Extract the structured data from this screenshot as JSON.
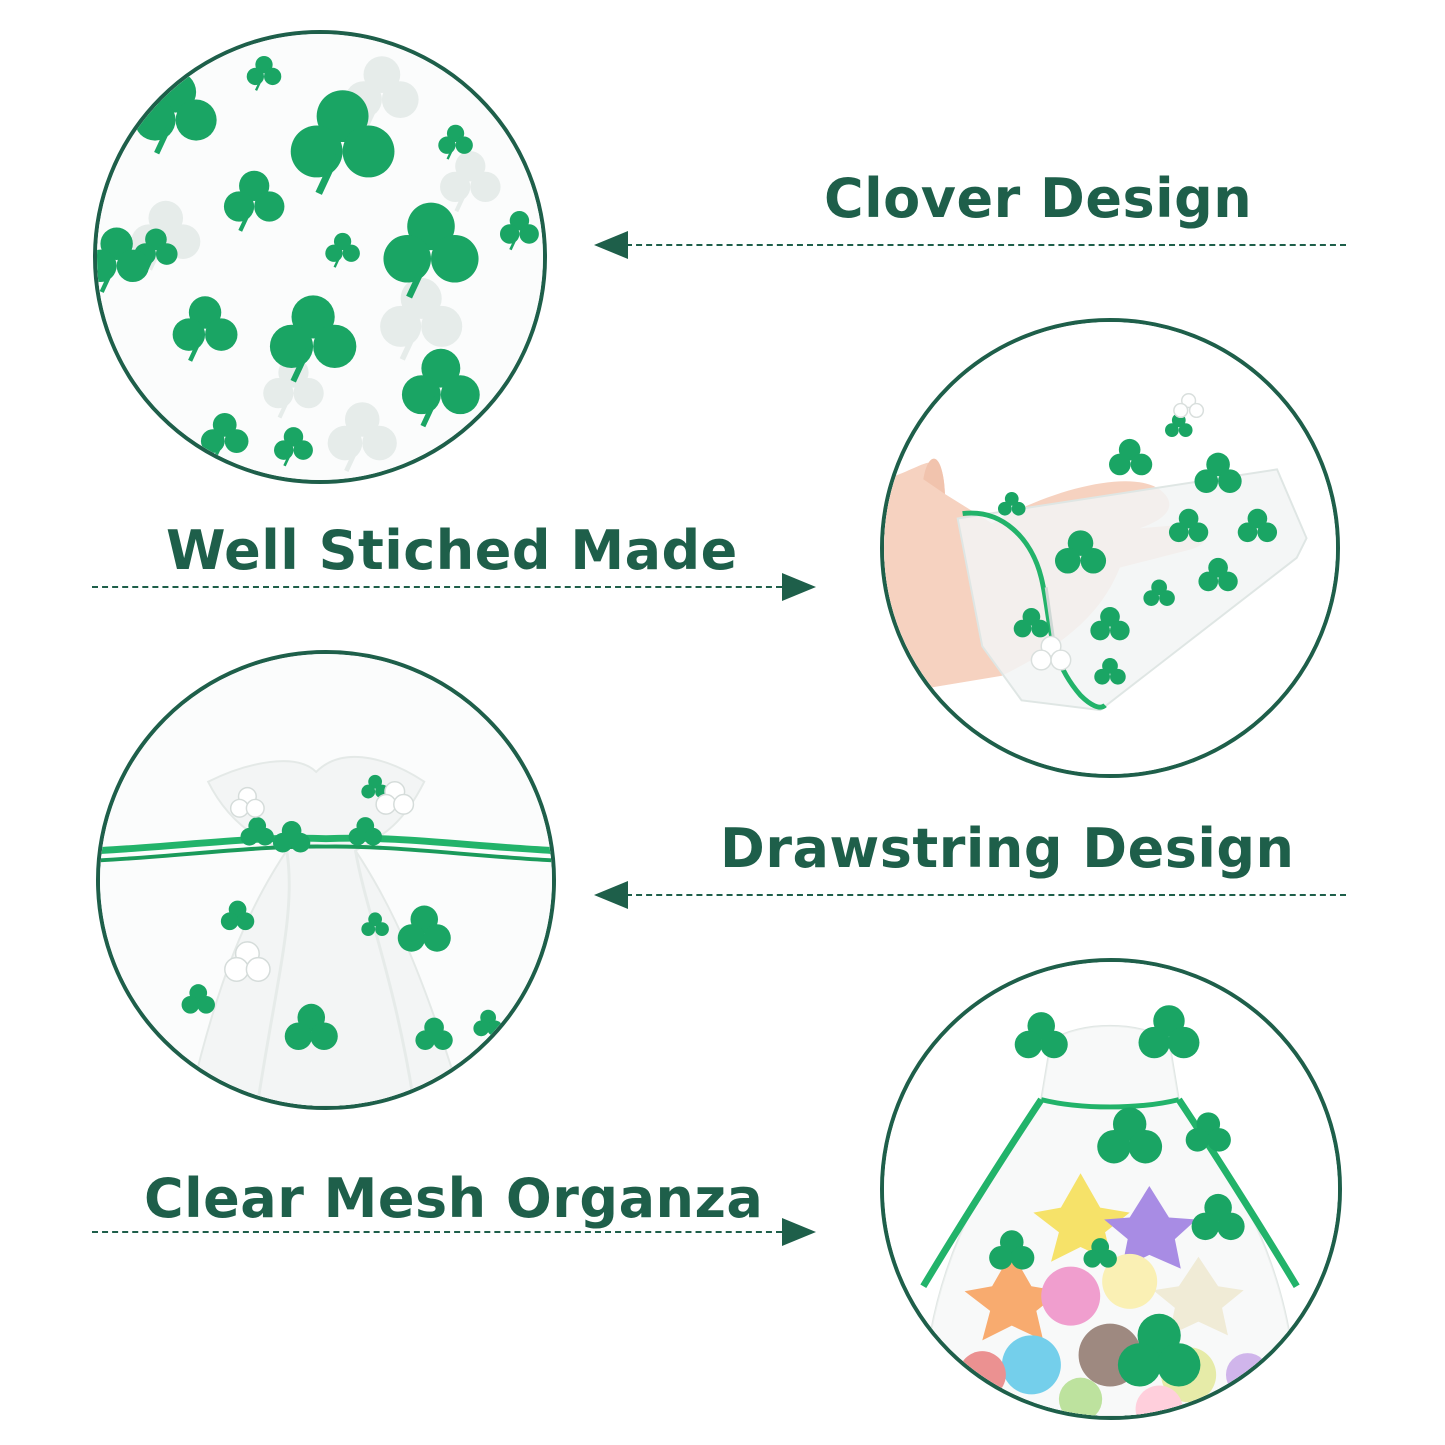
{
  "theme": {
    "accent": "#1e5f4a",
    "clover_green": "#1aa564",
    "clover_white": "#eef2f1",
    "ribbon_green": "#22b36a"
  },
  "features": [
    {
      "label": "Clover Design",
      "photo": "clover-pattern-closeup",
      "arrow": "left"
    },
    {
      "label": "Well Stiched Made",
      "photo": "bag-on-hand",
      "arrow": "right"
    },
    {
      "label": "Drawstring Design",
      "photo": "drawstring-closeup",
      "arrow": "left"
    },
    {
      "label": "Clear Mesh Organza",
      "photo": "bag-with-candies",
      "arrow": "right"
    }
  ]
}
